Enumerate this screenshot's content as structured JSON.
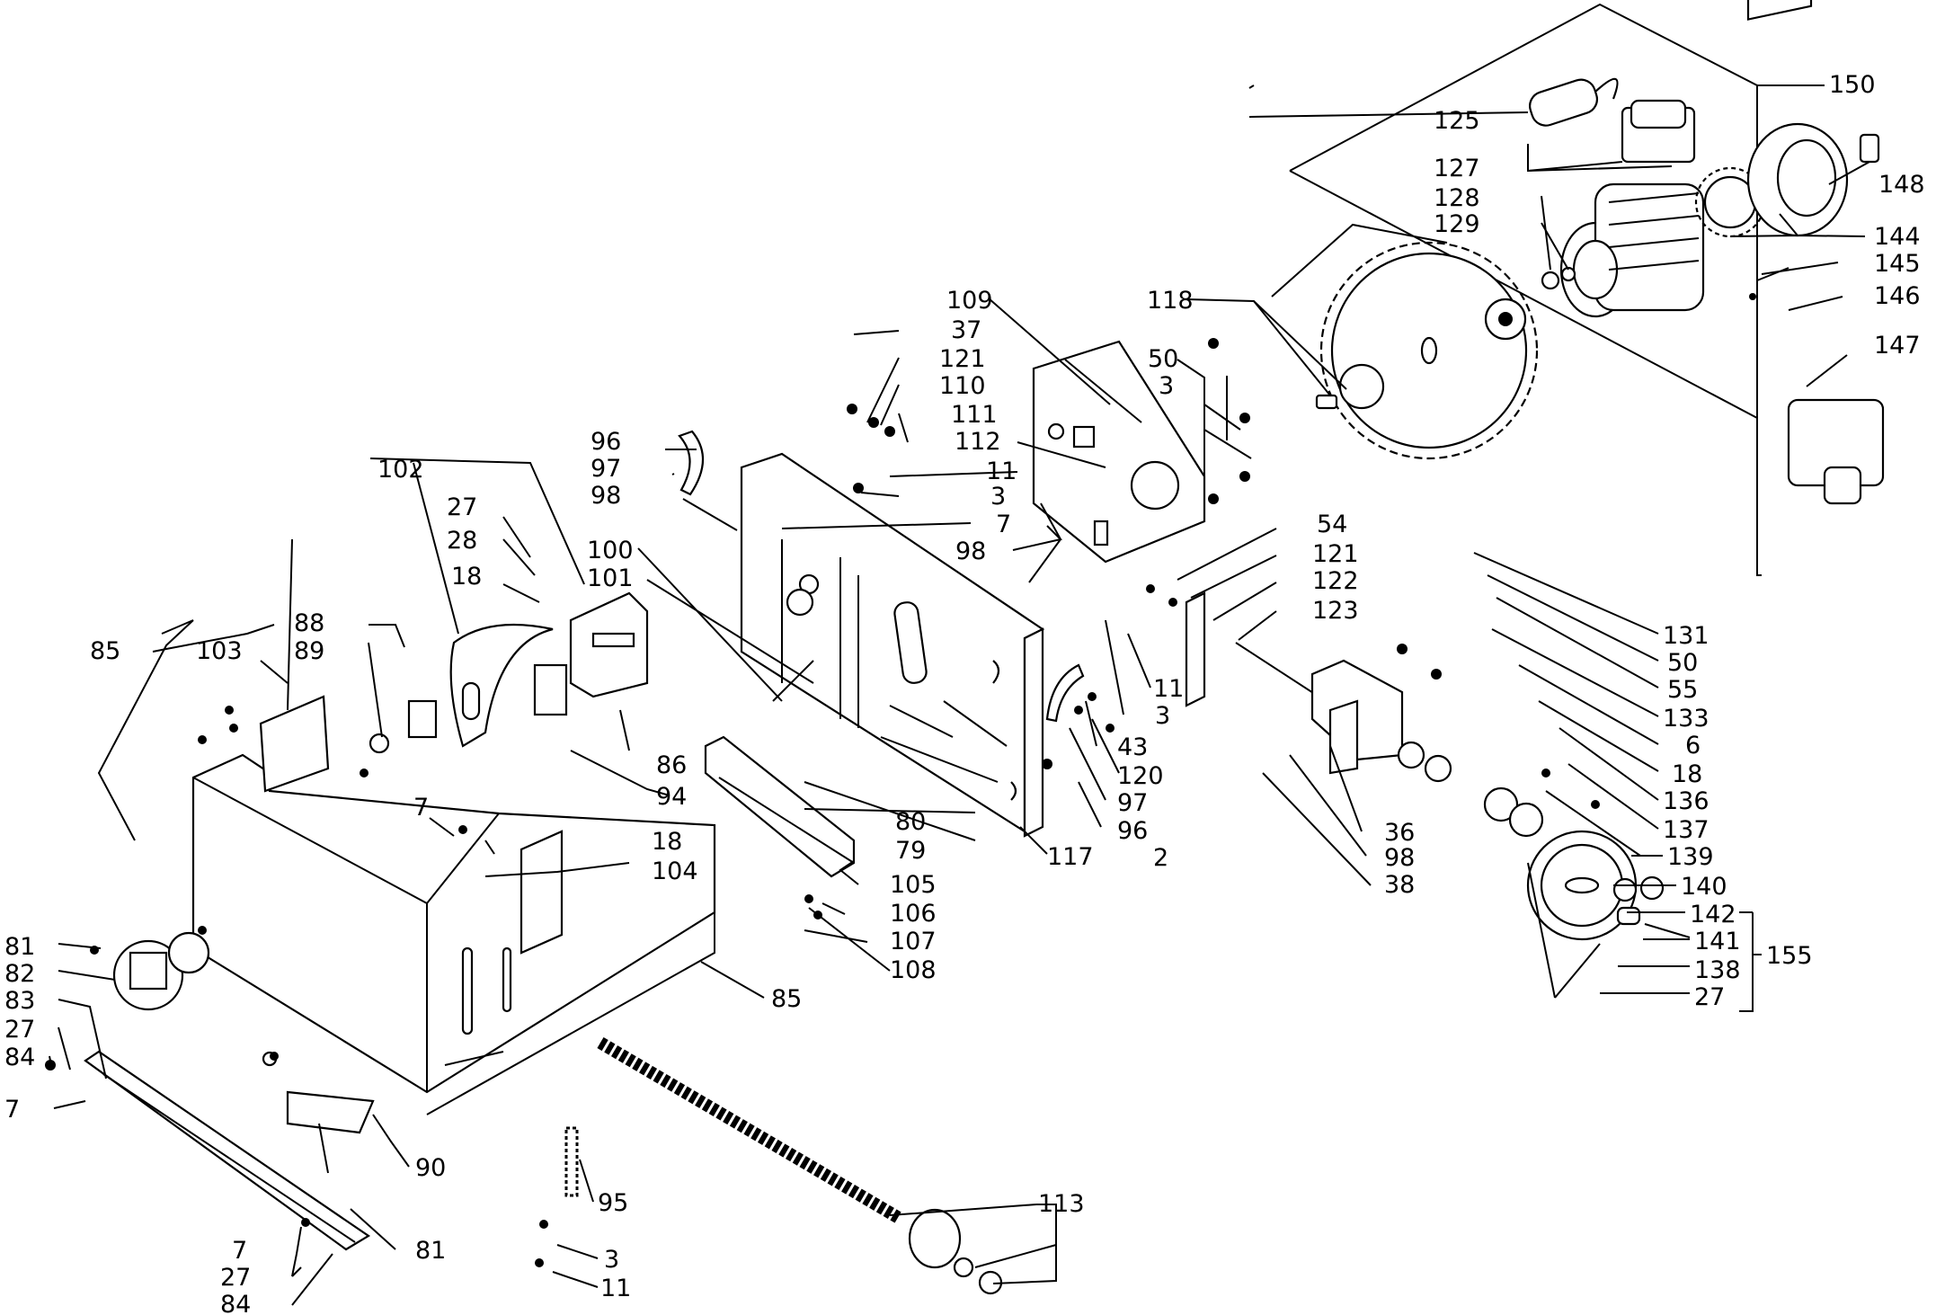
{
  "labels": {
    "l150": "150",
    "l125": "125",
    "l127": "127",
    "l128": "128",
    "l129": "129",
    "l148": "148",
    "l144": "144",
    "l145": "145",
    "l146": "146",
    "l147": "147",
    "l118": "118",
    "l109": "109",
    "l37": "37",
    "l121a": "121",
    "l110": "110",
    "l111": "111",
    "l112": "112",
    "l11a": "11",
    "l3a": "3",
    "l7a": "7",
    "l98a": "98",
    "l50a": "50",
    "l3b": "3",
    "l96a": "96",
    "l97a": "97",
    "l98b": "98",
    "l102": "102",
    "l27a": "27",
    "l28": "28",
    "l18a": "18",
    "l100": "100",
    "l101": "101",
    "l88": "88",
    "l89": "89",
    "l85a": "85",
    "l103": "103",
    "l86": "86",
    "l94": "94",
    "l80": "80",
    "l79": "79",
    "l105": "105",
    "l106": "106",
    "l107": "107",
    "l108": "108",
    "l7b": "7",
    "l18b": "18",
    "l104": "104",
    "l54": "54",
    "l121b": "121",
    "l122": "122",
    "l123": "123",
    "l11b": "11",
    "l3c": "3",
    "l43": "43",
    "l120": "120",
    "l97b": "97",
    "l96b": "96",
    "l2": "2",
    "l117": "117",
    "l36": "36",
    "l98c": "98",
    "l38": "38",
    "l131": "131",
    "l50b": "50",
    "l55": "55",
    "l133": "133",
    "l6": "6",
    "l18c": "18",
    "l136": "136",
    "l137": "137",
    "l139": "139",
    "l140": "140",
    "l142": "142",
    "l141": "141",
    "l138": "138",
    "l27b": "27",
    "l155": "155",
    "l81a": "81",
    "l82": "82",
    "l83": "83",
    "l27c": "27",
    "l84a": "84",
    "l7c": "7",
    "l85b": "85",
    "l90": "90",
    "l81b": "81",
    "l7d": "7",
    "l27d": "27",
    "l84b": "84",
    "l95": "95",
    "l3d": "3",
    "l11c": "11",
    "l113": "113"
  }
}
